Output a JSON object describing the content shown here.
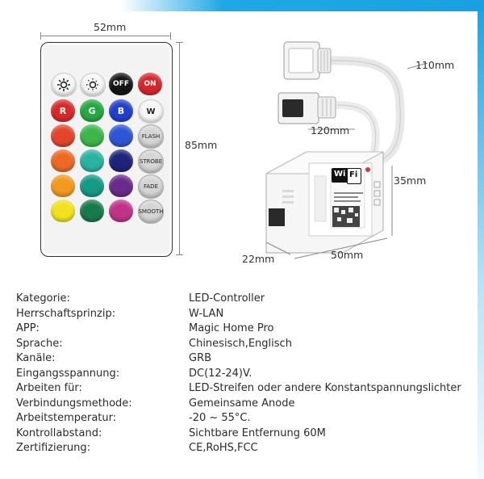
{
  "dimensions": {
    "remote_width": "52mm",
    "remote_height": "85mm",
    "cable_long": "110mm",
    "cable_short": "120mm",
    "box_height": "35mm",
    "box_depth": "22mm",
    "box_width": "50mm"
  },
  "remote": {
    "row1": [
      "OFF",
      "ON"
    ],
    "row2": [
      "R",
      "G",
      "B",
      "W"
    ],
    "side_buttons": [
      "FLASH",
      "STROBE",
      "FADE",
      "SMOOTH"
    ]
  },
  "controller": {
    "wifi_label_1": "Wi",
    "wifi_label_2": "Fi"
  },
  "specs": [
    {
      "key": "Kategorie:",
      "value": "LED-Controller"
    },
    {
      "key": "Herrschaftsprinzip:",
      "value": "W-LAN"
    },
    {
      "key": "APP:",
      "value": "Magic Home Pro"
    },
    {
      "key": "Sprache:",
      "value": "Chinesisch,Englisch"
    },
    {
      "key": "Kanäle:",
      "value": "GRB"
    },
    {
      "key": "Eingangsspannung:",
      "value": "DC(12-24)V."
    },
    {
      "key": "Arbeiten für:",
      "value": "LED-Streifen oder andere Konstantspannungslichter"
    },
    {
      "key": "Verbindungsmethode:",
      "value": "Gemeinsame Anode"
    },
    {
      "key": "Arbeitstemperatur:",
      "value": "-20 ~ 55°C."
    },
    {
      "key": "Kontrollabstand:",
      "value": "Sichtbare Entfernung 60M"
    },
    {
      "key": "Zertifizierung:",
      "value": "CE,RoHS,FCC"
    }
  ]
}
